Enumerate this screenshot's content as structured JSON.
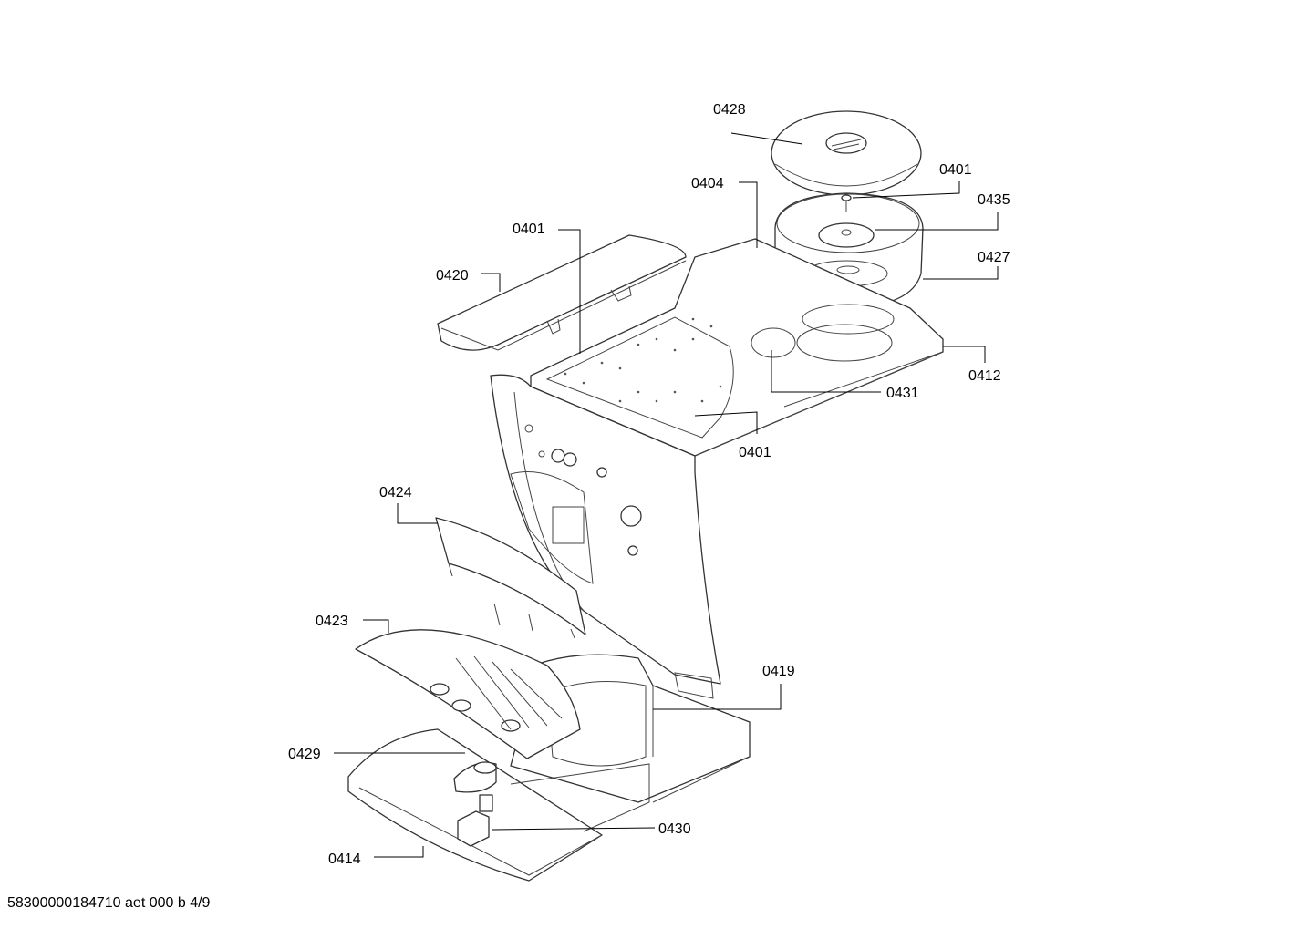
{
  "footer_text": "58300000184710 aet 000 b 4/9",
  "callouts": {
    "c0428": "0428",
    "c0401_top": "0401",
    "c0404": "0404",
    "c0435": "0435",
    "c0401_left": "0401",
    "c0427": "0427",
    "c0420": "0420",
    "c0412": "0412",
    "c0431": "0431",
    "c0401_bottom": "0401",
    "c0424": "0424",
    "c0423": "0423",
    "c0419": "0419",
    "c0429": "0429",
    "c0430": "0430",
    "c0414": "0414"
  }
}
